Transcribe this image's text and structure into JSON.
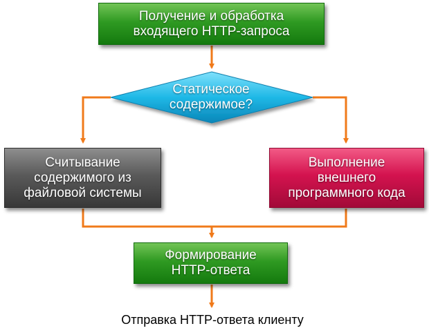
{
  "nodes": {
    "receive_request": "Получение и обработка\nвходящего HTTP-запроса",
    "decision_static": "Статическое\nсодержимое?",
    "read_filesystem": "Считывание\nсодержимого из\nфайловой системы",
    "execute_code": "Выполнение\nвнешнего\nпрограммного кода",
    "form_response": "Формирование\nHTTP-ответа",
    "send_response": "Отправка HTTP-ответа клиенту"
  },
  "colors": {
    "connector": "#f07a1a",
    "decision_fill": "#1fb8e6",
    "process_green": "#2f9a22",
    "process_gray": "#5a5a5a",
    "process_red": "#d4134f"
  }
}
